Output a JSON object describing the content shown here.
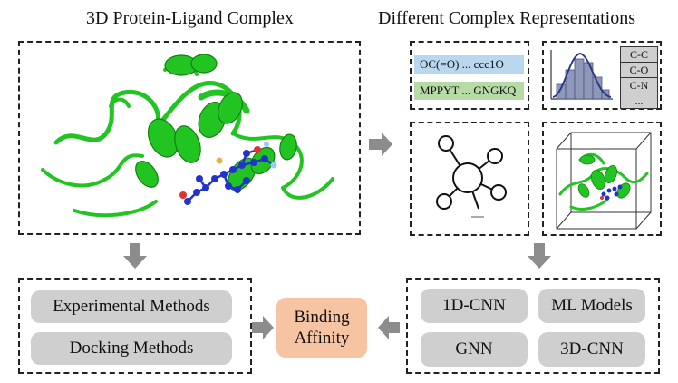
{
  "titles": {
    "left": "3D Protein-Ligand Complex",
    "right": "Different Complex Representations"
  },
  "sequence_strips": {
    "smiles": "OC(=O) ... ccc1O",
    "protein": "MPPYT ... GNGKQ"
  },
  "bond_table": [
    "C-C",
    "C-O",
    "C-N",
    "..."
  ],
  "methods": {
    "experimental": "Experimental Methods",
    "docking": "Docking Methods"
  },
  "affinity": {
    "line1": "Binding",
    "line2": "Affinity"
  },
  "models": {
    "cnn1d": "1D-CNN",
    "ml": "ML Models",
    "gnn": "GNN",
    "cnn3d": "3D-CNN"
  },
  "colors": {
    "protein_ribbon": "#22c422",
    "ligand_atoms": "#2233cc",
    "smiles_strip": "#b9d7ee",
    "protein_strip": "#b7dba6",
    "affinity_box": "#f6c4a2",
    "method_pill": "#cfcfcf",
    "arrow": "#8c8c8c",
    "histogram_bar": "#8e98b8",
    "gaussian_curve": "#2b3a84"
  }
}
